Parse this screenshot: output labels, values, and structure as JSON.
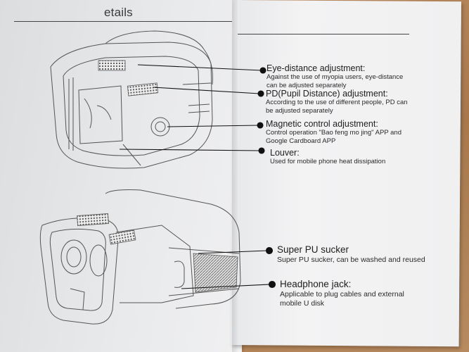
{
  "section_title": "etails",
  "callouts": [
    {
      "heading": "Eye-distance adjustment:",
      "description": "Against the use of myopia users, eye-distance can be adjusted separately"
    },
    {
      "heading": "PD(Pupil Distance) adjustment:",
      "description": "According to the use of different people, PD can be adjusted separately"
    },
    {
      "heading": "Magnetic control adjustment:",
      "description": "Control operation \"Bao feng mo jing\" APP and Google Cardboard APP"
    },
    {
      "heading": "Louver:",
      "description": "Used for mobile phone heat dissipation"
    },
    {
      "heading": "Super PU sucker",
      "description": "Super PU sucker, can be washed and reused"
    },
    {
      "heading": "Headphone jack:",
      "description": "Applicable to plug cables and external mobile U disk"
    }
  ],
  "colors": {
    "paper": "#eeeeef",
    "ink": "#1e1e1e",
    "table": "#b7865a"
  }
}
